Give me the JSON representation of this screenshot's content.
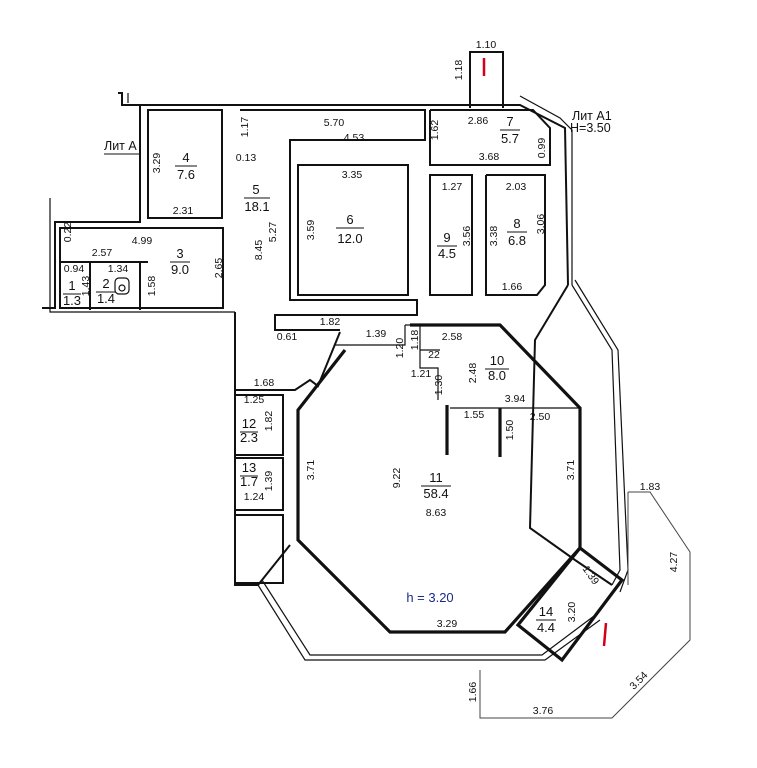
{
  "labels": {
    "lit_a": "Лит А",
    "lit_a1": "Лит А1",
    "height_a1": "Н=3.50",
    "height_main": "h = 3.20"
  },
  "rooms": [
    {
      "num": "1",
      "area": "1.3"
    },
    {
      "num": "2",
      "area": "1.4"
    },
    {
      "num": "3",
      "area": "9.0"
    },
    {
      "num": "4",
      "area": "7.6"
    },
    {
      "num": "5",
      "area": "18.1"
    },
    {
      "num": "6",
      "area": "12.0"
    },
    {
      "num": "7",
      "area": "5.7"
    },
    {
      "num": "8",
      "area": "6.8"
    },
    {
      "num": "9",
      "area": "4.5"
    },
    {
      "num": "10",
      "area": "8.0"
    },
    {
      "num": "11",
      "area": "58.4"
    },
    {
      "num": "12",
      "area": "2.3"
    },
    {
      "num": "13",
      "area": "1.7"
    },
    {
      "num": "14",
      "area": "4.4"
    }
  ],
  "dims": {
    "d1_10": "1.10",
    "d1_18": "1.18",
    "d2_86": "2.86",
    "d1_62": "1.62",
    "d5_70": "5.70",
    "d4_53": "4.53",
    "d1_17": "1.17",
    "d0_13": "0.13",
    "d3_29": "3.29",
    "d2_31": "2.31",
    "d0_99": "0.99",
    "d3_68": "3.68",
    "d1_27": "1.27",
    "d2_03": "2.03",
    "d3_35": "3.35",
    "d3_59": "3.59",
    "d5_27": "5.27",
    "d0_22": "0.22",
    "d4_99": "4.99",
    "d2_57": "2.57",
    "d8_45": "8.45",
    "d2_65": "2.65",
    "d0_94": "0.94",
    "d1_34": "1.34",
    "d1_43": "1.43",
    "d1_58": "1.58",
    "d3_56": "3.56",
    "d3_38": "3.38",
    "d3_06": "3.06",
    "d1_66a": "1.66",
    "d0_61": "0.61",
    "d1_82a": "1.82",
    "d1_39a": "1.39",
    "d1_18b": "1.18",
    "d2_58": "2.58",
    "d1_20": "1.20",
    "d22": "22",
    "d1_21": "1.21",
    "d2_48": "2.48",
    "d1_30": "1.30",
    "d1_68": "1.68",
    "d1_25": "1.25",
    "d1_82b": "1.82",
    "d3_94": "3.94",
    "d1_55": "1.55",
    "d2_50": "2.50",
    "d1_50": "1.50",
    "d3_71a": "3.71",
    "d9_22": "9.22",
    "d3_71b": "3.71",
    "d8_63": "8.63",
    "d1_39b": "1.39",
    "d1_24": "1.24",
    "d1_83": "1.83",
    "d4_27": "4.27",
    "d1_39c": "1.39",
    "d3_20": "3.20",
    "d3_29b": "3.29",
    "d3_54": "3.54",
    "d1_66b": "1.66",
    "d3_76": "3.76"
  },
  "colors": {
    "walls": "#111111",
    "marker": "#d0021b",
    "height_text": "#1a2a8a"
  }
}
